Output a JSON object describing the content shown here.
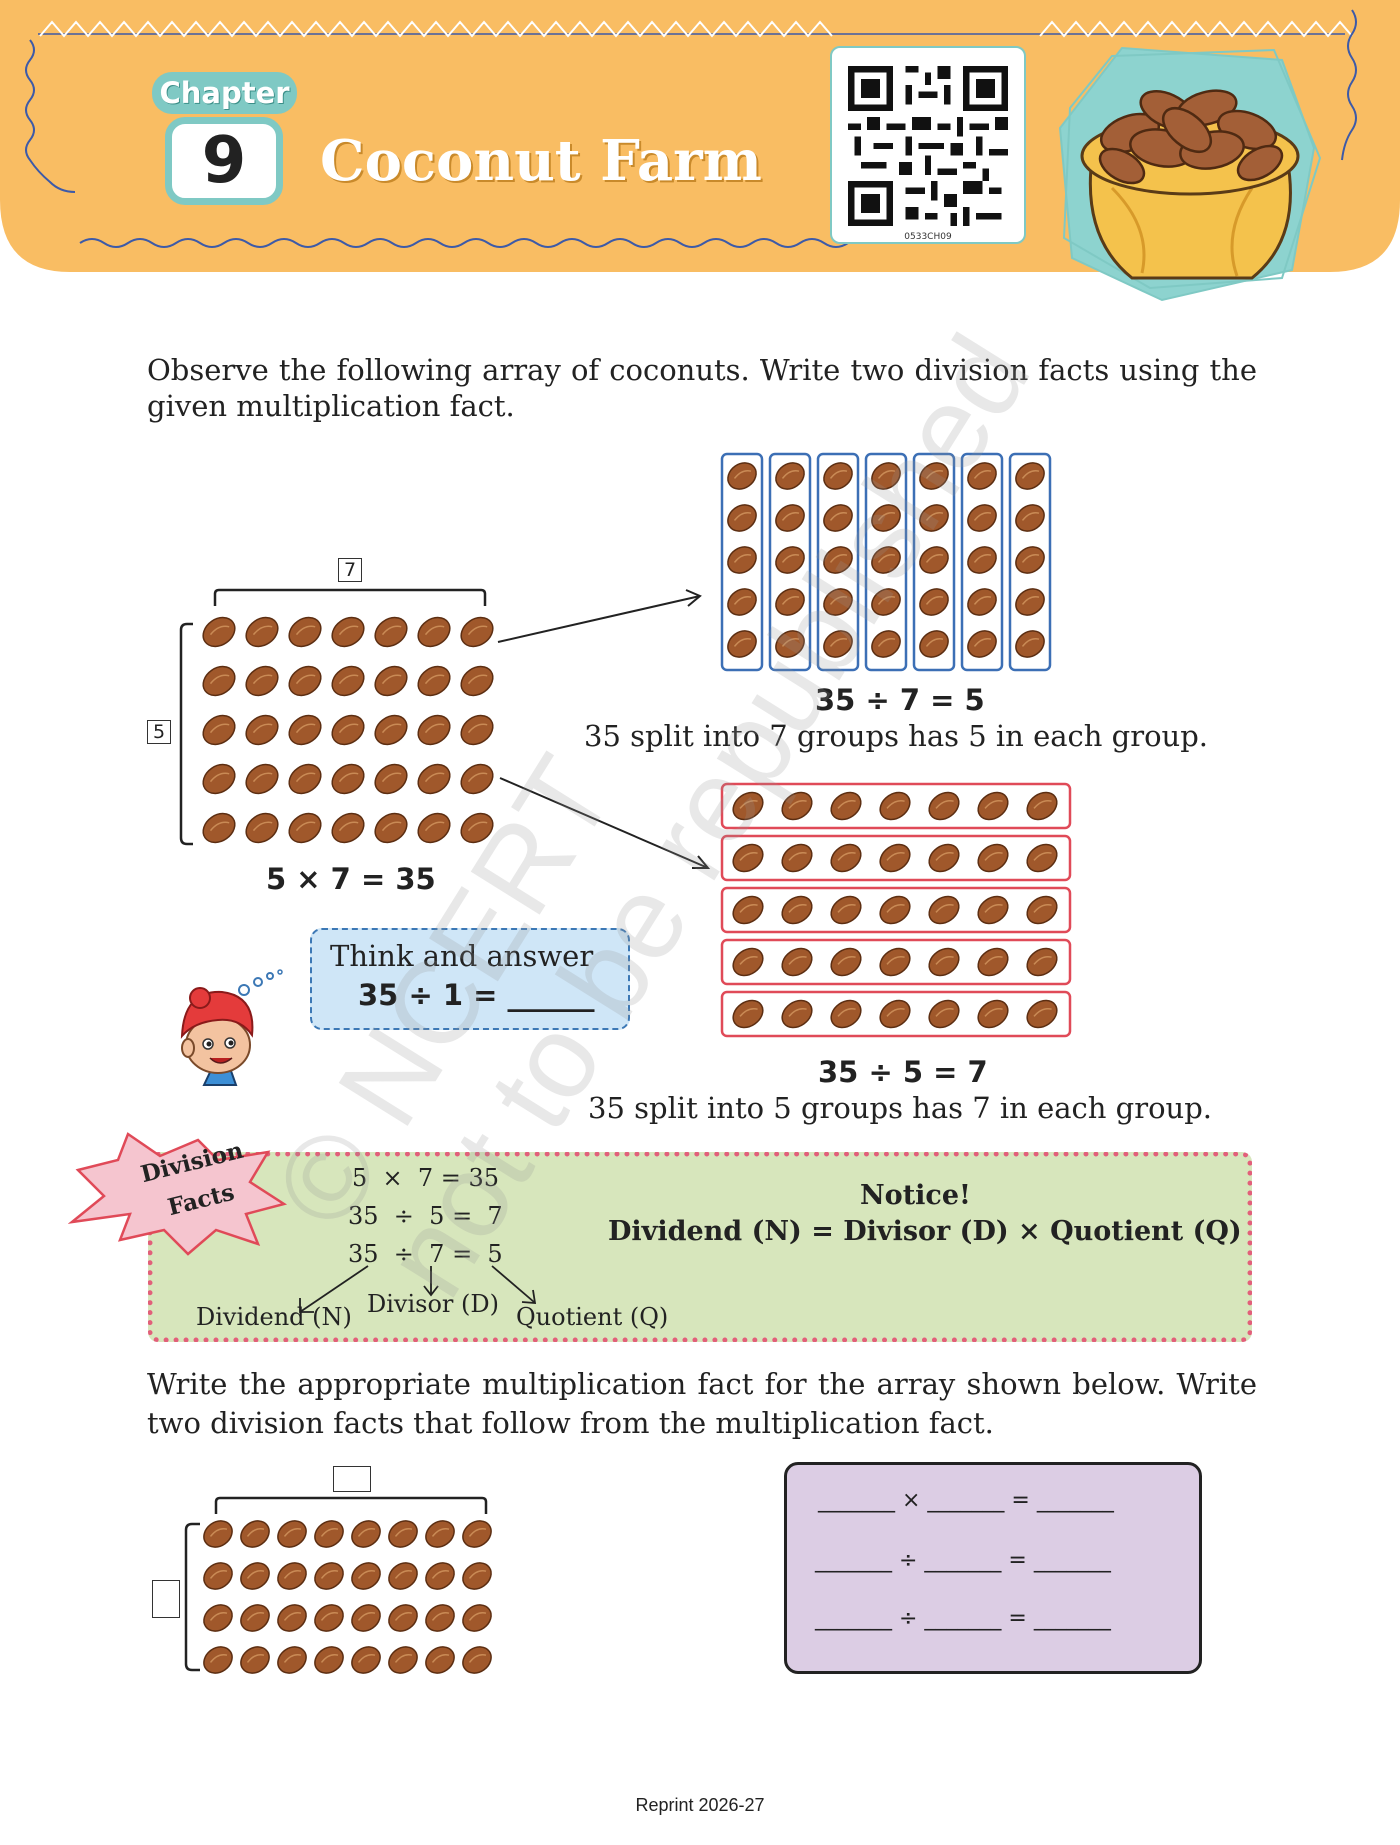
{
  "header": {
    "chapter_label": "Chapter",
    "chapter_number": "9",
    "chapter_title": "Coconut Farm",
    "qr_code_id": "0533CH09",
    "colors": {
      "banner": "#f9bd63",
      "accent": "#7fc9c4",
      "bag": "#f4c24c"
    }
  },
  "intro": {
    "line1": "Observe the following array of coconuts. Write two division facts using the",
    "line2": "given multiplication fact."
  },
  "main_array": {
    "rows": 5,
    "cols": 7,
    "top_label": "7",
    "side_label": "5",
    "caption": "5 × 7 = 35"
  },
  "columns_group": {
    "groups": 7,
    "per_group": 5,
    "equation": "35 ÷ 7 = 5",
    "sentence": "35 split into 7 groups has 5 in each group.",
    "border_color": "#3c6fb5"
  },
  "rows_group": {
    "groups": 5,
    "per_group": 7,
    "equation": "35 ÷ 5 = 7",
    "sentence": "35 split into 5 groups has 7 in each group.",
    "border_color": "#e04a58"
  },
  "think": {
    "title": "Think and answer",
    "question": "35 ÷ 1 = ______"
  },
  "division_facts": {
    "badge_line1": "Division",
    "badge_line2": "Facts",
    "fact1": "5  ×  7 = 35",
    "fact2": "35  ÷  5 =  7",
    "fact3": "35  ÷  7 =  5",
    "label_dividend": "Dividend (N)",
    "label_divisor": "Divisor (D)",
    "label_quotient": "Quotient (Q)",
    "notice_title": "Notice!",
    "notice_rule": "Dividend (N) = Divisor (D) × Quotient (Q)"
  },
  "exercise": {
    "line1": "Write the appropriate multiplication fact for the array shown below. Write",
    "line2": "two division facts that follow from the multiplication fact.",
    "rows": 4,
    "cols": 8,
    "blank_row1": "_______ × _______ = _______",
    "blank_row2": "_______ ÷ _______ = _______",
    "blank_row3": "_______ ÷ _______ = _______"
  },
  "footer": {
    "reprint": "Reprint 2026-27"
  },
  "watermark": {
    "line1": "© NCERT",
    "line2": "not to be republished"
  }
}
